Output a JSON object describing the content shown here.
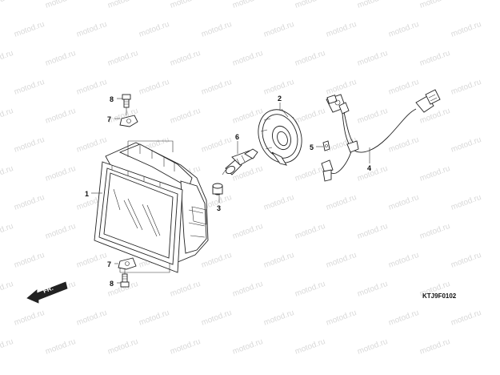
{
  "watermark": "motod.ru",
  "diagram_code": "KTJ9F0102",
  "direction_label": "FR.",
  "callouts": {
    "c1": "1",
    "c2": "2",
    "c3": "3",
    "c4": "4",
    "c5": "5",
    "c6": "6",
    "c7_top": "7",
    "c7_bottom": "7",
    "c8_top": "8",
    "c8_bottom": "8"
  }
}
